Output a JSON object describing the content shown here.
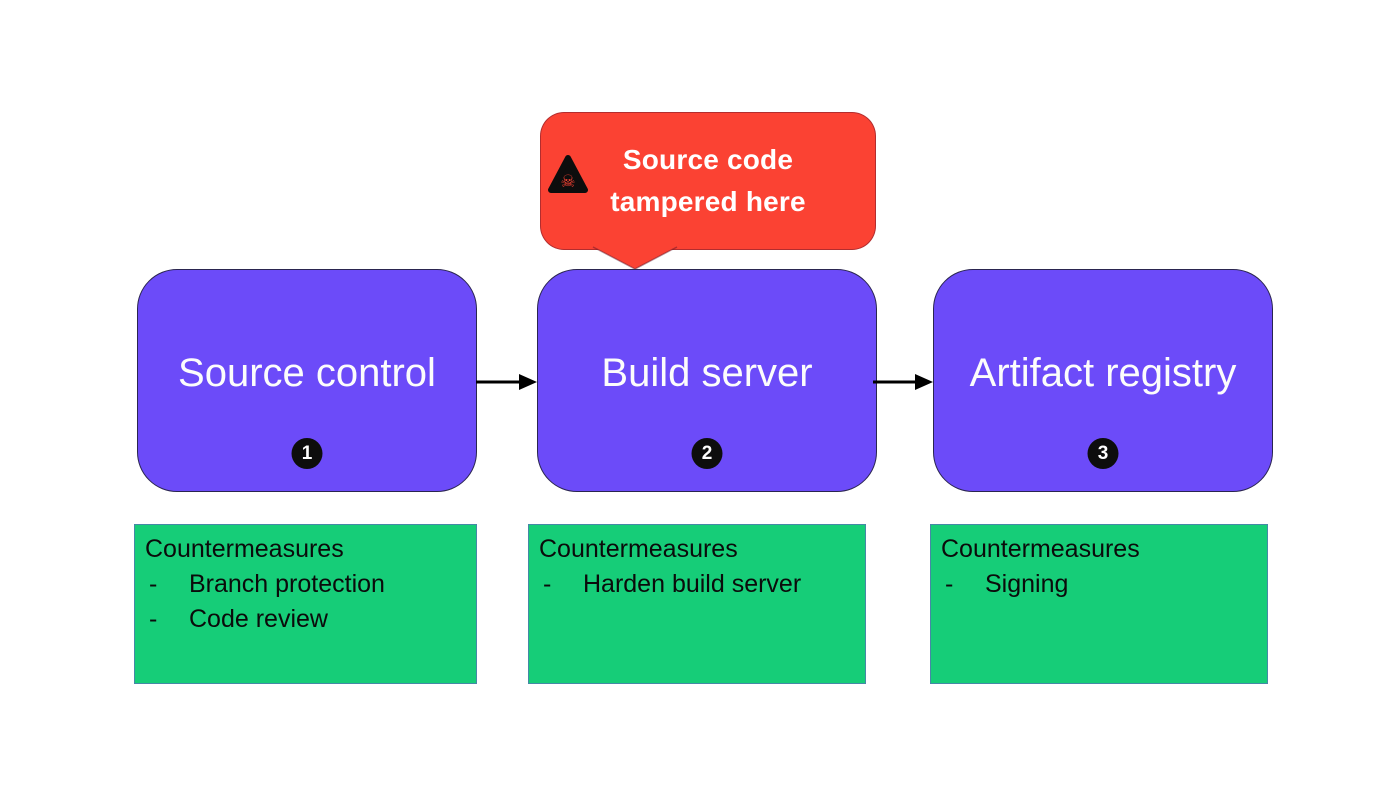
{
  "palette": {
    "stage_purple": "#6C4BF9",
    "countermeasure_green": "#16CD78",
    "callout_red": "#FB4233",
    "arrow_black": "#000000",
    "badge_black": "#0D0D0D",
    "green_border_blue": "#4589A6",
    "text_white": "#FCFCFC",
    "text_black": "#0B0B0B"
  },
  "callout": {
    "line1": "Source code",
    "line2": "tampered here",
    "icon": "skull-warning-icon",
    "points_to": "Build server"
  },
  "bullet_marker": "-",
  "stages": [
    {
      "label": "Source control",
      "badge": "1",
      "countermeasures": {
        "title": "Countermeasures",
        "items": [
          "Branch protection",
          "Code review"
        ]
      }
    },
    {
      "label": "Build server",
      "badge": "2",
      "countermeasures": {
        "title": "Countermeasures",
        "items": [
          "Harden build server"
        ]
      }
    },
    {
      "label": "Artifact registry",
      "badge": "3",
      "countermeasures": {
        "title": "Countermeasures",
        "items": [
          "Signing"
        ]
      }
    }
  ],
  "arrows": [
    {
      "from": "Source control",
      "to": "Build server"
    },
    {
      "from": "Build server",
      "to": "Artifact registry"
    }
  ]
}
